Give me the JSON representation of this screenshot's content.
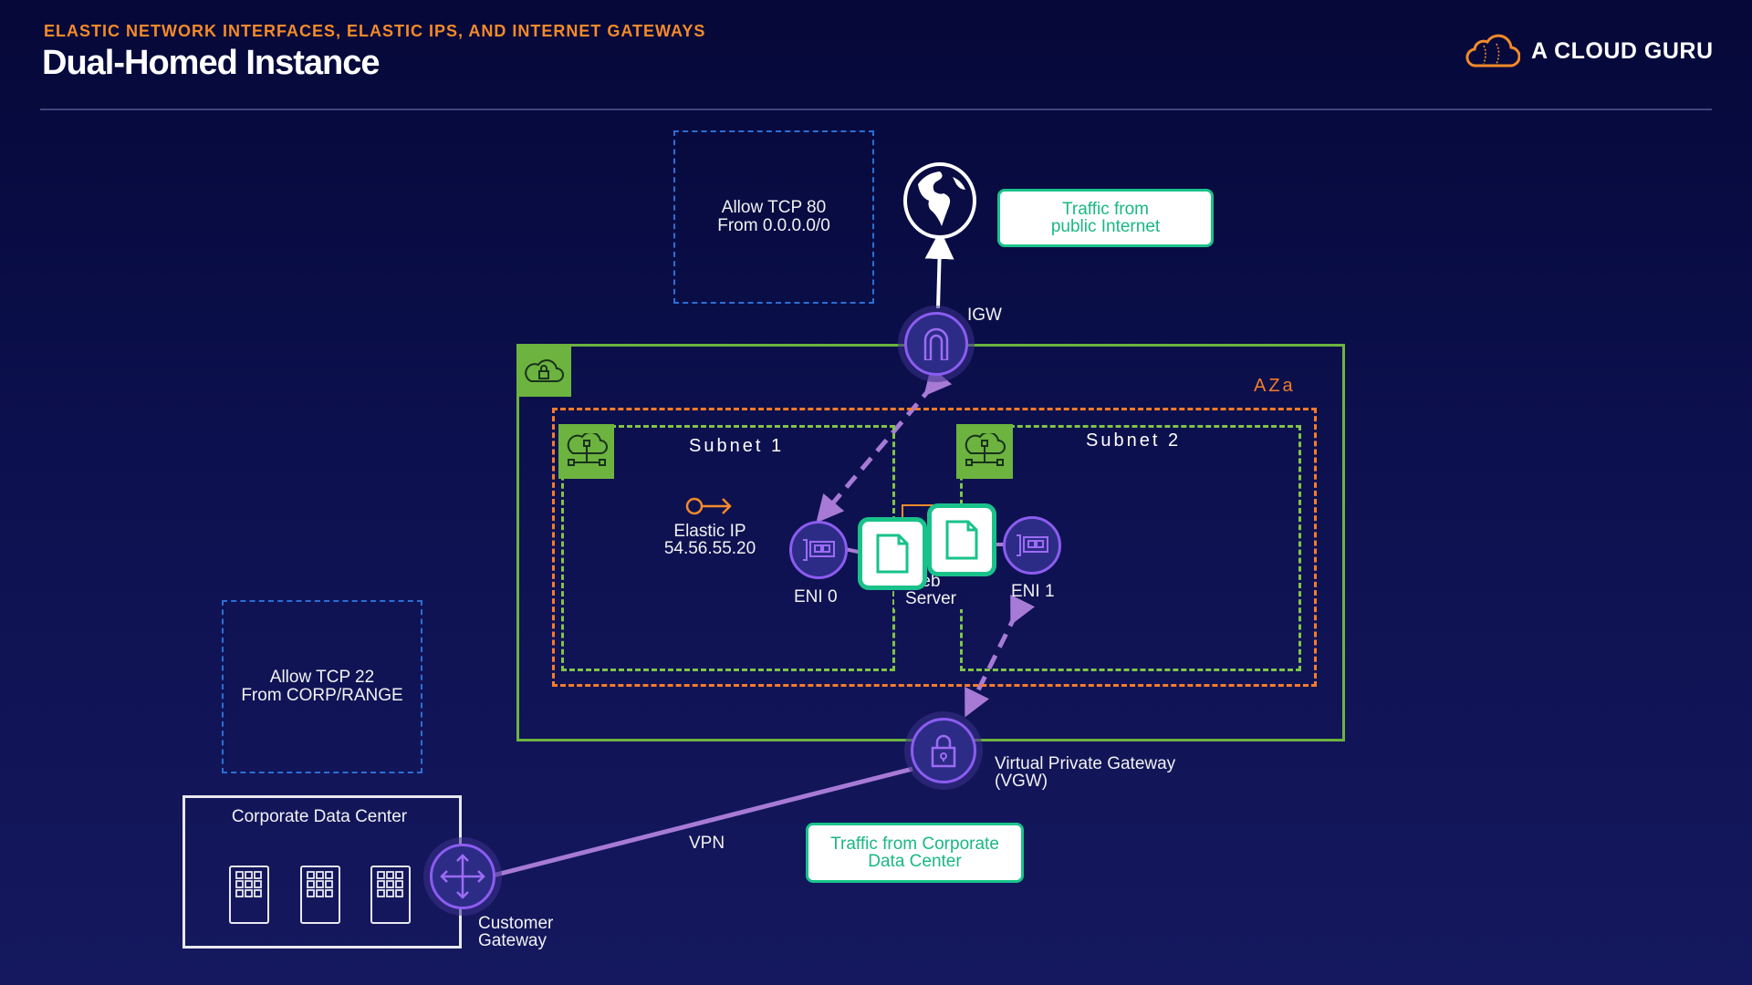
{
  "header": {
    "subtitle": "ELASTIC NETWORK INTERFACES, ELASTIC IPS, AND INTERNET GATEWAYS",
    "title": "Dual-Homed Instance",
    "brand": "A CLOUD GURU"
  },
  "diagram": {
    "sg_web": {
      "line1": "Allow TCP 80",
      "line2": "From 0.0.0.0/0"
    },
    "sg_ssh": {
      "line1": "Allow TCP 22",
      "line2": "From CORP/RANGE"
    },
    "callout_internet": {
      "line1": "Traffic from",
      "line2": "public Internet"
    },
    "callout_corp": {
      "line1": "Traffic from Corporate",
      "line2": "Data Center"
    },
    "igw_label": "IGW",
    "az_label": "AZa",
    "subnet1_label": "Subnet 1",
    "subnet2_label": "Subnet 2",
    "elastic_ip": {
      "label": "Elastic IP",
      "address": "54.56.55.20"
    },
    "eni0_label": "ENI 0",
    "eni1_label": "ENI 1",
    "web_server": {
      "line1": "eb",
      "line2": "Server"
    },
    "vgw": {
      "line1": "Virtual Private Gateway",
      "line2": "(VGW)"
    },
    "vpn_label": "VPN",
    "corp_dc_label": "Corporate Data Center",
    "cgw": {
      "line1": "Customer",
      "line2": "Gateway"
    }
  },
  "colors": {
    "accent_orange": "#f58a2a",
    "vpc_green": "#6cb33f",
    "subnet_green": "#7fc44a",
    "az_orange": "#f57c2b",
    "sg_blue": "#2b6fd6",
    "gateway_purple": "#8c5cf0",
    "callout_green": "#19c28a",
    "flow_purple": "#a77ad6"
  }
}
